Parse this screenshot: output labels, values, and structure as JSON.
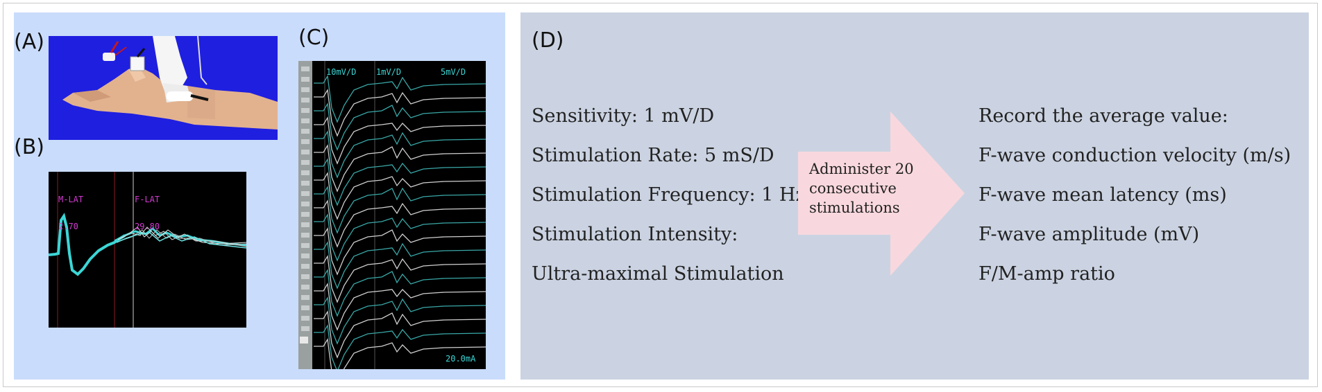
{
  "panels": {
    "a": {
      "label": "(A)"
    },
    "b": {
      "label": "(B)",
      "m_marker": "M-LAT",
      "m_value": "2.70",
      "f_marker": "F-LAT",
      "f_value": "29.80"
    },
    "c": {
      "label": "(C)",
      "scale_left": "10mV/D",
      "scale_mid": "1mV/D",
      "scale_right": "5mV/D",
      "intensity": "20.0mA"
    },
    "d": {
      "label": "(D)",
      "settings": [
        "Sensitivity: 1 mV/D",
        "Stimulation Rate: 5 mS/D",
        "Stimulation Frequency: 1 Hz",
        "Stimulation Intensity:",
        "Ultra-maximal Stimulation"
      ],
      "arrow_text": [
        "Administer 20",
        "consecutive",
        "stimulations"
      ],
      "results": [
        "Record the average value:",
        "F-wave conduction velocity (m/s)",
        "F-wave mean latency (ms)",
        "F-wave amplitude (mV)",
        "F/M-amp ratio"
      ]
    }
  },
  "colors": {
    "left_bg": "#c9dcfb",
    "right_bg": "#cbd3e2",
    "photo_bg": "#1f1fe0",
    "scope_bg": "#000000",
    "wave_cyan": "#3cd6d6",
    "marker_magenta": "#d23ad2",
    "arrow_pink": "#f8d8de"
  }
}
